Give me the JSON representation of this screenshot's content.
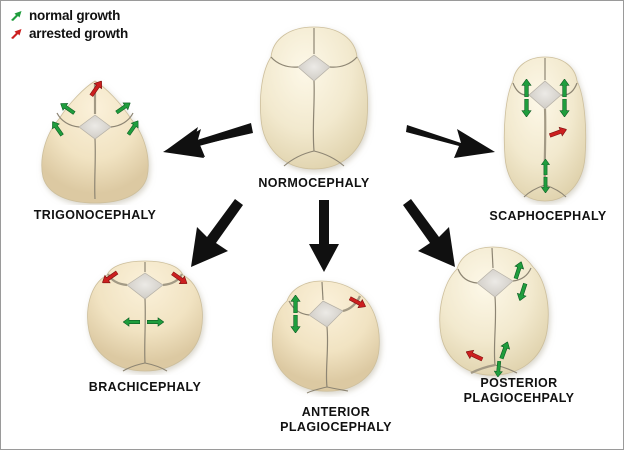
{
  "legend": {
    "items": [
      {
        "label": "normal growth",
        "color": "#1f9d3d",
        "icon": "arrow-up-right-icon"
      },
      {
        "label": "arrested growth",
        "color": "#cc1f1f",
        "icon": "arrow-up-right-icon"
      }
    ]
  },
  "colors": {
    "bone": "#f0e7cc",
    "bone_light": "#f7f0dc",
    "bone_shadow": "#ded0ab",
    "suture": "#8e8karma",
    "suture_line": "#8d8573",
    "fontanelle": "#d7d4cf",
    "normal_growth": "#1f9d3d",
    "arrested_growth": "#cc1f1f",
    "arrow_black": "#101010",
    "caption_text": "#111111",
    "background": "#ffffff",
    "border": "#9a9a9a"
  },
  "diagram": {
    "title_hidden": "",
    "skulls": [
      {
        "id": "normocephaly",
        "caption": "NORMOCEPHALY",
        "description": "normal skull shape, symmetric with open sutures and diamond anterior fontanelle",
        "arrows": []
      },
      {
        "id": "trigonocephaly",
        "caption": "TRIGONOCEPHALY",
        "description": "triangular forehead from metopic suture fusion",
        "arrows": [
          {
            "type": "arrested",
            "location": "metopic-suture"
          },
          {
            "type": "normal",
            "location": "left-coronal"
          },
          {
            "type": "normal",
            "location": "right-coronal"
          },
          {
            "type": "normal",
            "location": "left-lateral"
          },
          {
            "type": "normal",
            "location": "right-lateral"
          }
        ]
      },
      {
        "id": "scaphocephaly",
        "caption": "SCAPHOCEPHALY",
        "description": "long narrow skull from sagittal suture fusion",
        "arrows": [
          {
            "type": "arrested",
            "location": "sagittal-suture"
          },
          {
            "type": "normal",
            "location": "left-coronal-up"
          },
          {
            "type": "normal",
            "location": "left-coronal-down"
          },
          {
            "type": "normal",
            "location": "right-coronal-up"
          },
          {
            "type": "normal",
            "location": "right-coronal-down"
          },
          {
            "type": "normal",
            "location": "lambdoid-up"
          },
          {
            "type": "normal",
            "location": "lambdoid-down"
          }
        ]
      },
      {
        "id": "brachicephaly",
        "caption": "BRACHICEPHALY",
        "description": "wide short skull from bilateral coronal suture fusion",
        "arrows": [
          {
            "type": "arrested",
            "location": "left-coronal"
          },
          {
            "type": "arrested",
            "location": "right-coronal"
          },
          {
            "type": "normal",
            "location": "sagittal-left"
          },
          {
            "type": "normal",
            "location": "sagittal-right"
          }
        ]
      },
      {
        "id": "anterior-plagiocephaly",
        "caption": "ANTERIOR\nPLAGIOCEPHALY",
        "description": "asymmetric forehead from unilateral coronal suture fusion",
        "arrows": [
          {
            "type": "arrested",
            "location": "right-coronal"
          },
          {
            "type": "normal",
            "location": "left-coronal-up"
          },
          {
            "type": "normal",
            "location": "left-coronal-down"
          }
        ]
      },
      {
        "id": "posterior-plagiocephaly",
        "caption": "POSTERIOR\nPLAGIOCEHPALY",
        "description": "asymmetric occiput from unilateral lambdoid suture fusion",
        "arrows": [
          {
            "type": "arrested",
            "location": "left-lambdoid"
          },
          {
            "type": "normal",
            "location": "right-coronal-up"
          },
          {
            "type": "normal",
            "location": "right-coronal-down"
          },
          {
            "type": "normal",
            "location": "right-lambdoid-up"
          },
          {
            "type": "normal",
            "location": "right-lambdoid-down"
          }
        ]
      }
    ],
    "flow_arrows": [
      {
        "id": "arrow-to-trigonocephaly",
        "from": "normocephaly",
        "to": "trigonocephaly",
        "direction": "left-down"
      },
      {
        "id": "arrow-to-scaphocephaly",
        "from": "normocephaly",
        "to": "scaphocephaly",
        "direction": "right-down"
      },
      {
        "id": "arrow-to-brachicephaly",
        "from": "normocephaly",
        "to": "brachicephaly",
        "direction": "left-down-steep"
      },
      {
        "id": "arrow-to-anterior-plagiocephaly",
        "from": "normocephaly",
        "to": "anterior-plagiocephaly",
        "direction": "down"
      },
      {
        "id": "arrow-to-posterior-plagiocephaly",
        "from": "normocephaly",
        "to": "posterior-plagiocephaly",
        "direction": "right-down-steep"
      }
    ]
  }
}
